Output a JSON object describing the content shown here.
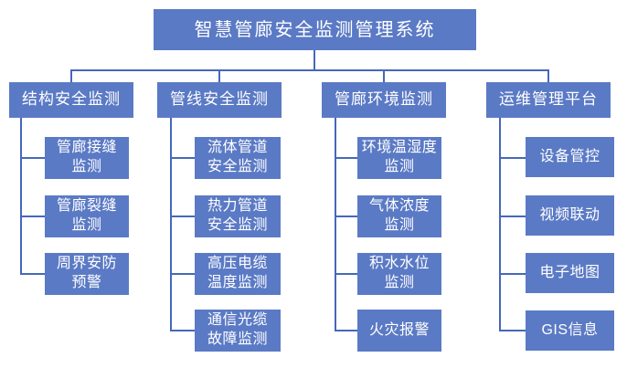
{
  "diagram": {
    "root": {
      "label": "智慧管廊安全监测管理系统"
    },
    "branches": [
      {
        "label": "结构安全监测",
        "children": [
          {
            "label": "管廊接缝\n监测"
          },
          {
            "label": "管廊裂缝\n监测"
          },
          {
            "label": "周界安防\n预警"
          }
        ]
      },
      {
        "label": "管线安全监测",
        "children": [
          {
            "label": "流体管道\n安全监测"
          },
          {
            "label": "热力管道\n安全监测"
          },
          {
            "label": "高压电缆\n温度监测"
          },
          {
            "label": "通信光缆\n故障监测"
          }
        ]
      },
      {
        "label": "管廊环境监测",
        "children": [
          {
            "label": "环境温湿度\n监测"
          },
          {
            "label": "气体浓度\n监测"
          },
          {
            "label": "积水水位\n监测"
          },
          {
            "label": "火灾报警"
          }
        ]
      },
      {
        "label": "运维管理平台",
        "children": [
          {
            "label": "设备管控"
          },
          {
            "label": "视频联动"
          },
          {
            "label": "电子地图"
          },
          {
            "label": "GIS信息"
          }
        ]
      }
    ]
  },
  "colors": {
    "box_fill": "#5b7ac5",
    "connector": "#4668bb",
    "text": "#ffffff",
    "background": "#ffffff"
  }
}
